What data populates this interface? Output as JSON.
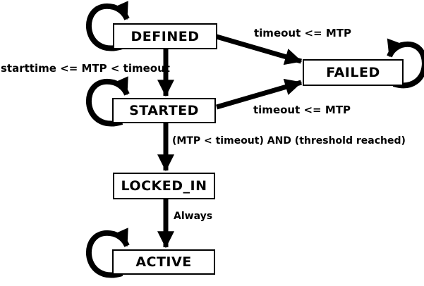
{
  "colors": {
    "background": "#ffffff",
    "line": "#000000",
    "state_fill": "#ffffff",
    "text": "#000000"
  },
  "states": [
    {
      "label": "DEFINED"
    },
    {
      "label": "FAILED"
    },
    {
      "label": "STARTED"
    },
    {
      "label": "LOCKED_IN"
    },
    {
      "label": "ACTIVE"
    }
  ],
  "transitions": [
    {
      "from": "DEFINED",
      "to": "FAILED",
      "label": "timeout <= MTP"
    },
    {
      "from": "DEFINED",
      "to": "STARTED",
      "label": "starttime <= MTP < timeout"
    },
    {
      "from": "STARTED",
      "to": "FAILED",
      "label": "timeout <= MTP"
    },
    {
      "from": "STARTED",
      "to": "LOCKED_IN",
      "label": "(MTP < timeout) AND (threshold reached)"
    },
    {
      "from": "LOCKED_IN",
      "to": "ACTIVE",
      "label": "Always"
    },
    {
      "from": "DEFINED",
      "to": "DEFINED",
      "label": "",
      "self_loop": true
    },
    {
      "from": "STARTED",
      "to": "STARTED",
      "label": "",
      "self_loop": true
    },
    {
      "from": "FAILED",
      "to": "FAILED",
      "label": "",
      "self_loop": true
    },
    {
      "from": "ACTIVE",
      "to": "ACTIVE",
      "label": "",
      "self_loop": true
    }
  ]
}
